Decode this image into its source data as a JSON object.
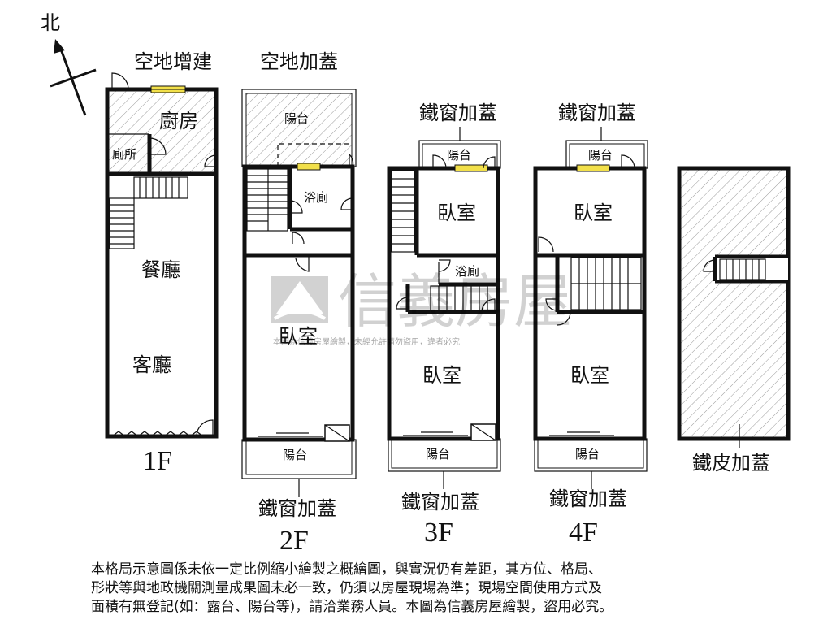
{
  "north": {
    "label": "北"
  },
  "floors": {
    "f1": {
      "label": "1F",
      "top_label": "空地增建",
      "rooms": {
        "kitchen": "廚房",
        "toilet": "廁所",
        "dining": "餐廳",
        "living": "客廳"
      }
    },
    "f2": {
      "label": "2F",
      "top_label": "空地加蓋",
      "bottom_label": "鐵窗加蓋",
      "rooms": {
        "balcony_top": "陽台",
        "bath": "浴廁",
        "bedroom": "臥室",
        "balcony_bottom": "陽台"
      }
    },
    "f3": {
      "label": "3F",
      "top_label": "鐵窗加蓋",
      "bottom_label": "鐵窗加蓋",
      "rooms": {
        "balcony_top": "陽台",
        "bedroom_top": "臥室",
        "bath": "浴廁",
        "bedroom_bottom": "臥室",
        "balcony_bottom": "陽台"
      }
    },
    "f4": {
      "label": "4F",
      "top_label": "鐵窗加蓋",
      "bottom_label": "鐵窗加蓋",
      "rooms": {
        "balcony_top": "陽台",
        "bedroom_top": "臥室",
        "bedroom_bottom": "臥室",
        "balcony_bottom": "陽台"
      }
    },
    "roof": {
      "bottom_label": "鐵皮加蓋"
    }
  },
  "watermark": {
    "brand": "信義房屋",
    "notice": "本圖為信義房屋繪製，未經允許請勿盜用，違者必究"
  },
  "disclaimer": {
    "line1": "本格局示意圖係未依一定比例縮小繪製之概繪圖，與實況仍有差距，其方位、格局、",
    "line2": "形狀等與地政機關測量成果圖未必一致，仍須以房屋現場為準；現場空間使用方式及",
    "line3": "面積有無登記(如：露台、陽台等)，請洽業務人員。本圖為信義房屋繪製，盜用必究。"
  },
  "colors": {
    "wall": "#111111",
    "window": "#f2e04a",
    "watermark": "#b0b0b0"
  }
}
